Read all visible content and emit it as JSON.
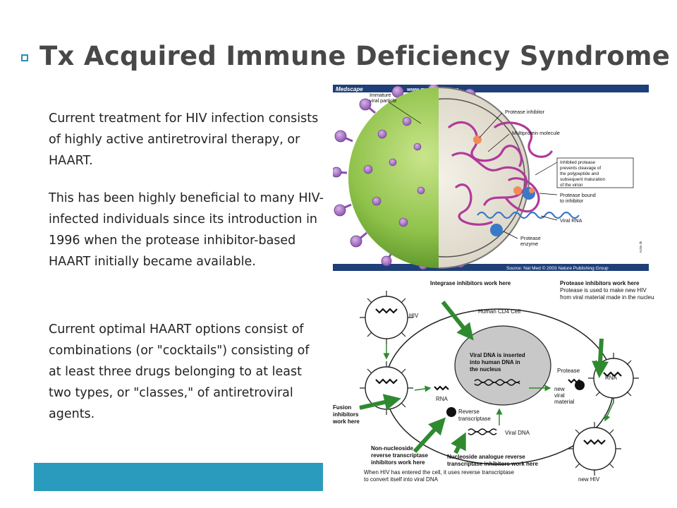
{
  "slide": {
    "title": "Tx Acquired Immune Deficiency Syndrome",
    "paragraphs": [
      "Current treatment for HIV infection consists of highly active antiretroviral therapy, or HAART.",
      "This has been highly beneficial to many HIV-infected individuals since its introduction in 1996 when the protease inhibitor-based HAART initially became available.",
      "Current optimal HAART options consist of combinations (or \"cocktails\") consisting of at least three drugs belonging to at least two types, or \"classes,\" of antiretroviral agents."
    ]
  },
  "figure1": {
    "brand": "Medscape",
    "url": "www.medscape.com",
    "labels": {
      "immature": "Immature",
      "viral_particle": "viral particle",
      "protease_inhibitor": "Protease inhibitor",
      "multiprotein": "Multiprotein molecule",
      "box1": "Inhibited protease",
      "box2": "prevents cleavage of",
      "box3": "the polypeptide and",
      "box4": "subsequent maturation",
      "box5": "of the virion",
      "bound1": "Protease bound",
      "bound2": "to inhibitor",
      "viral_rna": "Viral RNA",
      "enzyme1": "Protease",
      "enzyme2": "enzyme",
      "artist": "Kohn Ilk"
    },
    "source": "Source: Nat Med © 2003 Nature Publishing Group"
  },
  "figure2": {
    "labels": {
      "integrase": "Integrase inhibitors work here",
      "cd4": "Human CD4 Cell",
      "pi_title": "Protease inhibitors work here",
      "pi_desc1": "Protease is used to make new HIV",
      "pi_desc2": "from viral material made in the nucleus",
      "hiv": "HIV",
      "nucleus1": "Viral DNA is inserted",
      "nucleus2": "into human DNA in",
      "nucleus3": "the nucleus",
      "protease": "Protease",
      "rna_right": "RNA",
      "new": "new",
      "viral": "viral",
      "material": "material",
      "rna": "RNA",
      "fusion1": "Fusion",
      "fusion2": "inhibitors",
      "fusion3": "work here",
      "rt1": "Reverse",
      "rt2": "transcriptase",
      "viral_dna": "Viral DNA",
      "nnrti1": "Non-nucleoside",
      "nnrti2": "reverse transcriptase",
      "nnrti3": "inhibitors work here",
      "nrti1": "Nucleoside analogue reverse",
      "nrti2": "transcriptase inhibitors work here",
      "new_hiv": "new HIV",
      "caption1": "When HIV has entered the cell, it uses reverse transcriptase",
      "caption2": "to convert itself into viral DNA"
    }
  }
}
